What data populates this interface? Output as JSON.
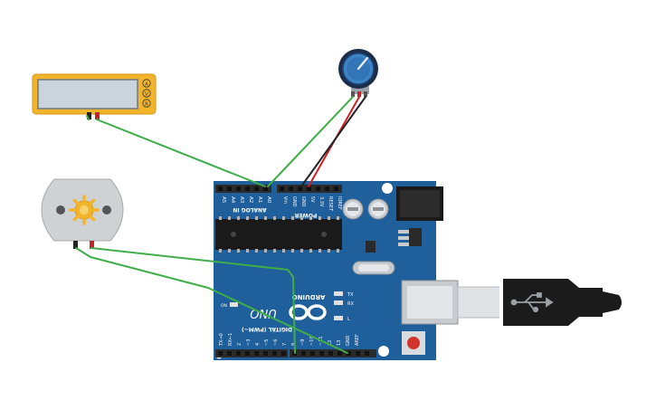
{
  "multimeter": {
    "modes": [
      "A",
      "V",
      "R"
    ]
  },
  "arduino": {
    "header_analog_pins": [
      "A5",
      "A4",
      "A3",
      "A2",
      "A1",
      "A0"
    ],
    "analog_label": "ANALOG IN",
    "header_power_pins": [
      "Vin",
      "GND",
      "GND",
      "5V",
      "3.3V",
      "RESET",
      "IOREF"
    ],
    "power_label": "POWER",
    "led_labels": [
      "TX",
      "RX",
      "L"
    ],
    "logo_text": "UNO",
    "brand_text": "ARDUINO",
    "digital_label": "DIGITAL (PWM~)",
    "digital_pins": [
      "TX→0",
      "RX←1",
      "2",
      "~3",
      "4",
      "~5",
      "~6",
      "7",
      "8",
      "~9",
      "~10",
      "~11",
      "12",
      "13",
      "GND",
      "AREF"
    ],
    "on_label": "ON"
  },
  "colors": {
    "board": "#1f5f9c",
    "wire_green": "#3fae49",
    "wire_red": "#d21f26",
    "wire_black": "#222222",
    "multimeter_body": "#f2b42a",
    "multimeter_screen": "#c9d4dd"
  }
}
